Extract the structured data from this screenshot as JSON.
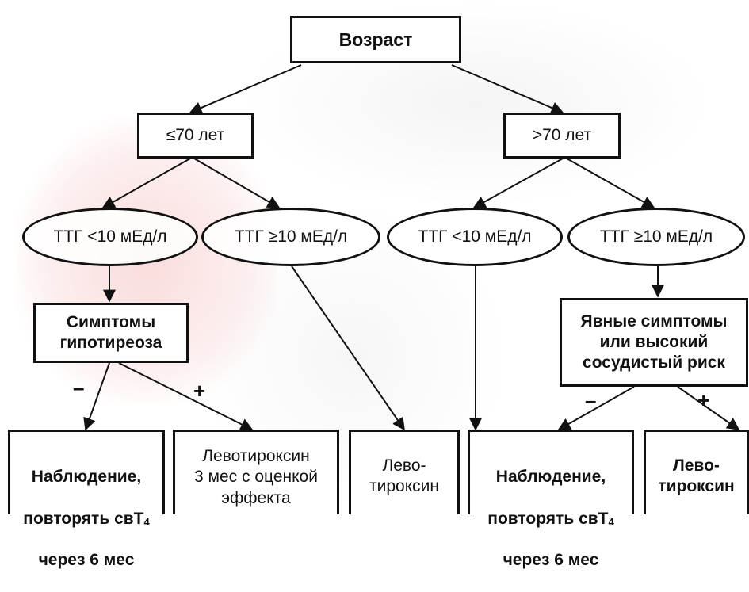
{
  "root": {
    "label": "Возраст"
  },
  "age_branches": {
    "le70": "≤70 лет",
    "gt70": ">70 лет"
  },
  "tsh_nodes": {
    "le70_low": "ТТГ <10 мЕд/л",
    "le70_high": "ТТГ ≥10 мЕд/л",
    "gt70_low": "ТТГ <10 мЕд/л",
    "gt70_high": "ТТГ ≥10 мЕд/л"
  },
  "decision_nodes": {
    "hypothyroid_symptoms": "Симптомы\nгипотиреоза",
    "overt_symptoms": "Явные симптомы\nили высокий\nсосудистый риск"
  },
  "signs": {
    "minus": "–",
    "plus": "+"
  },
  "leaves": {
    "observe_1": {
      "line1": "Наблюдение,",
      "line2_prefix": "повторять свТ",
      "line2_sub": "4",
      "line3": "через 6 мес"
    },
    "levothyroxine_trial": "Левотироксин\n3 мес с оценкой\nэффекта",
    "levothyroxine_1": "Лево-\nтироксин",
    "observe_2": {
      "line1": "Наблюдение,",
      "line2_prefix": "повторять свТ",
      "line2_sub": "4",
      "line3": "через 6 мес"
    },
    "levothyroxine_2": "Лево-\nтироксин"
  }
}
